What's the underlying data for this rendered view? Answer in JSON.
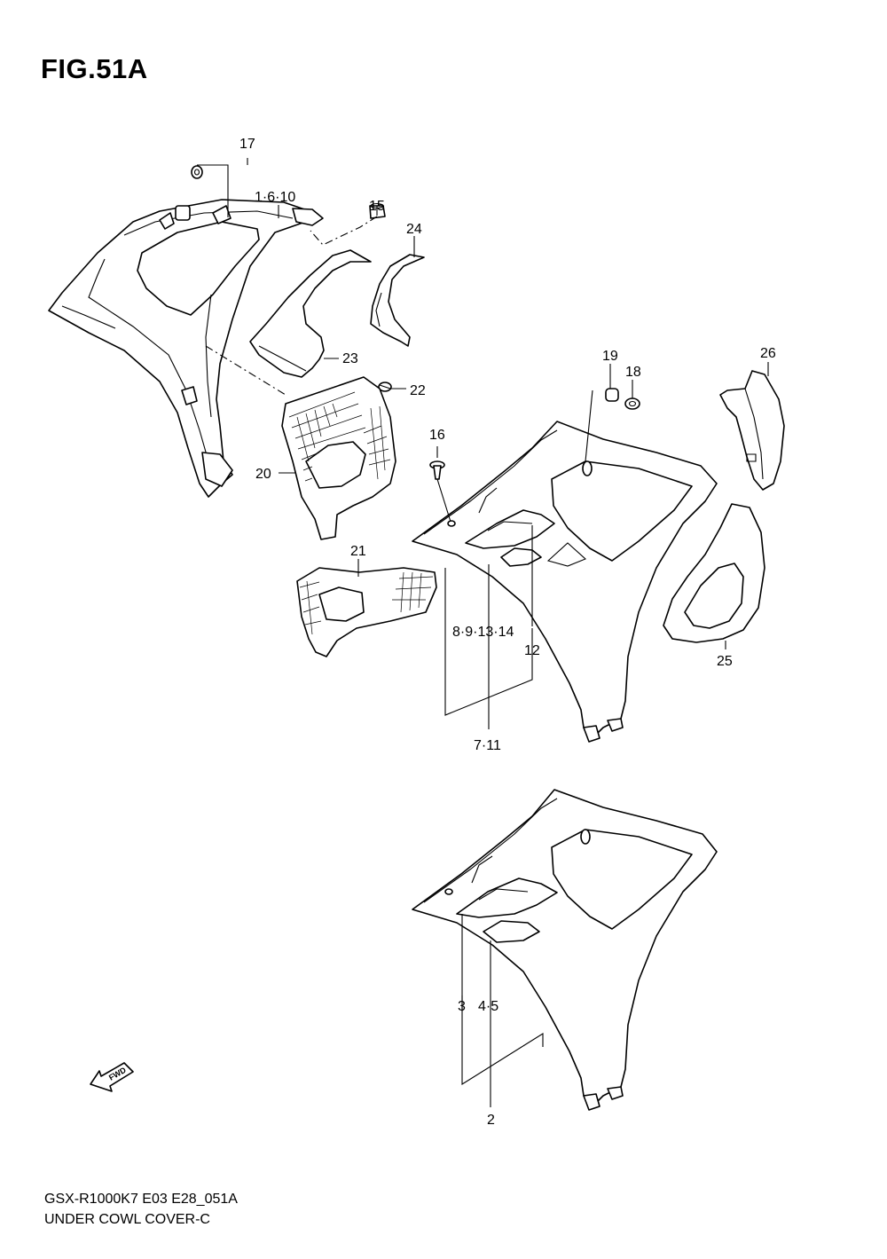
{
  "figure": {
    "title": "FIG.51A"
  },
  "footer": {
    "model_code": "GSX-R1000K7 E03 E28_051A",
    "caption": "UNDER COWL COVER-C"
  },
  "fwd_label": "FWD",
  "callouts": {
    "c17": "17",
    "c1_6_10": "1·6·10",
    "c15": "15",
    "c24": "24",
    "c23": "23",
    "c22": "22",
    "c20": "20",
    "c21": "21",
    "c16": "16",
    "c19": "19",
    "c18": "18",
    "c26": "26",
    "c8_9_13_14": "8·9·13·14",
    "c12": "12",
    "c7_11": "7·11",
    "c25": "25",
    "c3": "3",
    "c4_5": "4·5",
    "c2": "2"
  }
}
